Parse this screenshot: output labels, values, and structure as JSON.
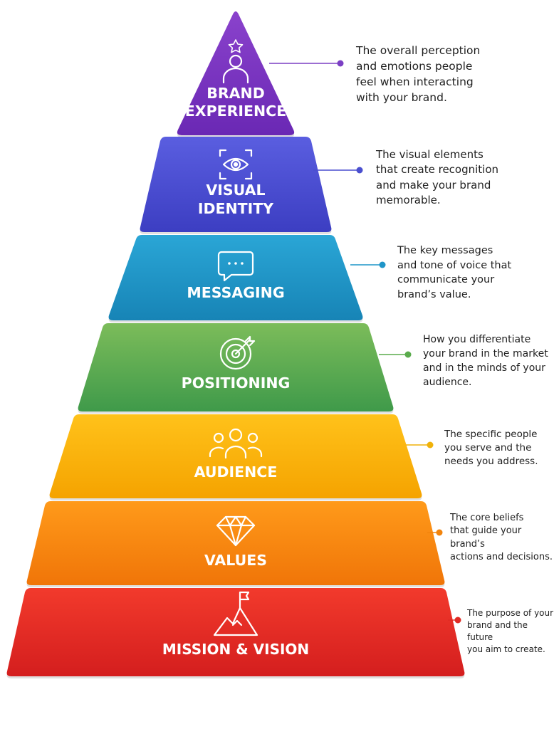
{
  "tiers": [
    {
      "id": "brand-experience",
      "label_lines": [
        "BRAND",
        "EXPERIENCE"
      ],
      "description": "The overall perception\nand emotions people\nfeel when interacting\nwith your brand.",
      "color_top": "#8a42cc",
      "color_bottom": "#6a28b4",
      "connector": "#7b3fc4",
      "icon": "person-star-icon"
    },
    {
      "id": "visual-identity",
      "label_lines": [
        "VISUAL",
        "IDENTITY"
      ],
      "description": "The visual elements\nthat create recognition\nand make your brand\nmemorable.",
      "color_top": "#5a5ee0",
      "color_bottom": "#3c3ec2",
      "connector": "#4a4fcf",
      "icon": "eye-icon"
    },
    {
      "id": "messaging",
      "label_lines": [
        "MESSAGING"
      ],
      "description": "The key messages\nand tone of voice that\ncommunicate your\nbrand’s value.",
      "color_top": "#2aa6d6",
      "color_bottom": "#1784b6",
      "connector": "#1f95c8",
      "icon": "chat-bubble-icon"
    },
    {
      "id": "positioning",
      "label_lines": [
        "POSITIONING"
      ],
      "description": "How you differentiate\nyour brand in the market\nand in the minds of your\naudience.",
      "color_top": "#7cbc5a",
      "color_bottom": "#3f9a4a",
      "connector": "#5aab4c",
      "icon": "target-icon"
    },
    {
      "id": "audience",
      "label_lines": [
        "AUDIENCE"
      ],
      "description": "The specific people\nyou serve and the\nneeds you address.",
      "color_top": "#ffc21a",
      "color_bottom": "#f5a300",
      "connector": "#f0b20a",
      "icon": "group-icon"
    },
    {
      "id": "values",
      "label_lines": [
        "VALUES"
      ],
      "description": "The core beliefs\nthat guide your brand’s\nactions and decisions.",
      "color_top": "#ff9a1a",
      "color_bottom": "#f07508",
      "connector": "#f2840c",
      "icon": "diamond-icon"
    },
    {
      "id": "mission-vision",
      "label_lines": [
        "MISSION & VISION"
      ],
      "description": "The purpose of your\nbrand and the future\nyou aim to create.",
      "color_top": "#f23a2c",
      "color_bottom": "#d41e1e",
      "connector": "#e02b24",
      "icon": "mountain-flag-icon"
    }
  ]
}
